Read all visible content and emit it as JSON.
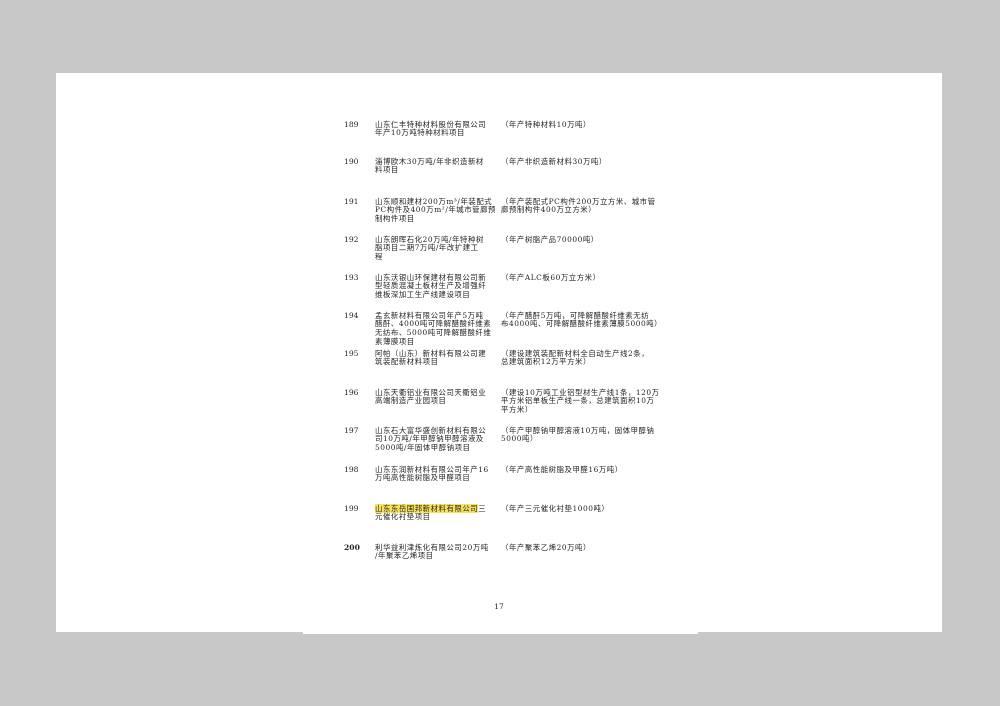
{
  "document": {
    "page_number": "17",
    "rows": [
      {
        "num": "189",
        "name_lines": [
          "山东仁丰特种材料股份有限公司",
          "年产10万吨特种材料项目"
        ],
        "desc_lines": [
          "（年产特种材料10万吨）"
        ]
      },
      {
        "num": "190",
        "name_lines": [
          "淄博欧木30万吨/年非织造新材",
          "料项目"
        ],
        "desc_lines": [
          "（年产非织造新材料30万吨）"
        ]
      },
      {
        "num": "191",
        "name_lines": [
          "山东顺和建材200万m³/年装配式",
          "PC构件及400万m²/年城市管廊预",
          "制构件项目"
        ],
        "desc_lines": [
          "（年产装配式PC构件200万立方米、城市管",
          "廊预制构件400万立方米）"
        ]
      },
      {
        "num": "192",
        "name_lines": [
          "山东朗晖石化20万吨/年特种树",
          "脂项目二期7万吨/年改扩建工",
          "程"
        ],
        "desc_lines": [
          "（年产树脂产品70000吨）"
        ]
      },
      {
        "num": "193",
        "name_lines": [
          "山东沃银山环保建材有限公司新",
          "型轻质混凝土板材生产及增强纤",
          "维板深加工生产线建设项目"
        ],
        "desc_lines": [
          "（年产ALC板60万立方米）"
        ]
      },
      {
        "num": "194",
        "name_lines": [
          "孟玄新材料有限公司年产5万吨",
          "醋酐、4000吨可降解醋酸纤维素",
          "无纺布、5000吨可降解醋酸纤维",
          "素薄膜项目"
        ],
        "desc_lines": [
          "（年产醋酐5万吨，可降解醋酸纤维素无纺",
          "布4000吨、可降解醋酸纤维素薄膜5000吨）"
        ]
      },
      {
        "num": "195",
        "name_lines": [
          "阿帕（山东）新材料有限公司建",
          "筑装配新材料项目"
        ],
        "desc_lines": [
          "（建设建筑装配新材料全自动生产线2条，",
          "总建筑面积12万平方米）"
        ]
      },
      {
        "num": "196",
        "name_lines": [
          "山东天衢铝业有限公司天衢铝业",
          "高端制造产业园项目"
        ],
        "desc_lines": [
          "（建设10万吨工业铝型材生产线1条，120万",
          "平方米铝单板生产线一条，总建筑面积10万",
          "平方米）"
        ]
      },
      {
        "num": "197",
        "name_lines": [
          "山东石大富华盛创新材料有限公",
          "司10万吨/年甲醇钠甲醇溶液及",
          "5000吨/年固体甲醇钠项目"
        ],
        "desc_lines": [
          "（年产甲醇钠甲醇溶液10万吨，固体甲醇钠",
          "5000吨）"
        ]
      },
      {
        "num": "198",
        "name_lines": [
          "山东东润新材料有限公司年产16",
          "万吨高性能树脂及甲醛项目"
        ],
        "desc_lines": [
          "（年产高性能树脂及甲醛16万吨）"
        ]
      },
      {
        "num": "199",
        "name_lines": [
          {
            "highlighted": "山东东岳国邦新材料有限公司",
            "rest": "三"
          },
          "元催化衬垫项目"
        ],
        "desc_lines": [
          "（年产三元催化衬垫1000吨）"
        ]
      },
      {
        "num": "200",
        "name_lines": [
          "利华益利津炼化有限公司20万吨",
          "/年聚苯乙烯项目"
        ],
        "desc_lines": [
          "（年产聚苯乙烯20万吨）"
        ]
      }
    ]
  },
  "colors": {
    "viewer_background": "#c8c8c8",
    "page": "#ffffff",
    "highlight": "#f8e25c",
    "text": "#222222"
  }
}
